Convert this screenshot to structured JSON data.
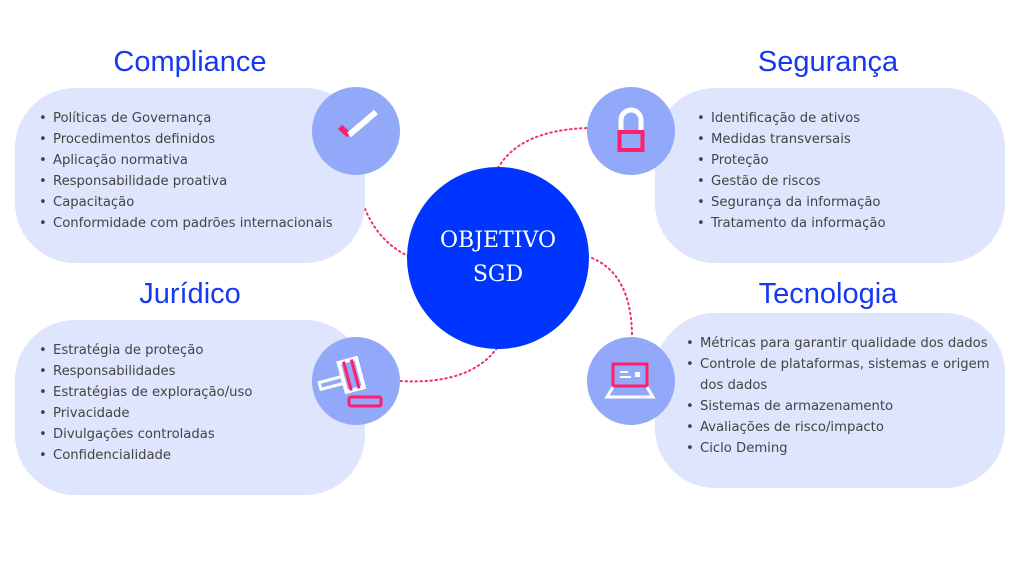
{
  "center": {
    "line1": "OBJETIVO",
    "line2": "SGD"
  },
  "sections": [
    {
      "title": "Compliance",
      "icon": "checkmark-icon",
      "items": [
        "Políticas de Governança",
        "Procedimentos definidos",
        "Aplicação normativa",
        "Responsabilidade proativa",
        "Capacitação",
        "Conformidade com padrões internacionais"
      ]
    },
    {
      "title": "Segurança",
      "icon": "padlock-icon",
      "items": [
        "Identificação de ativos",
        "Medidas transversais",
        "Proteção",
        "Gestão de riscos",
        "Segurança da informação",
        "Tratamento da informação"
      ]
    },
    {
      "title": "Jurídico",
      "icon": "gavel-icon",
      "items": [
        "Estratégia de proteção",
        "Responsabilidades",
        "Estratégias de exploração/uso",
        "Privacidade",
        "Divulgações controladas",
        "Confidencialidade"
      ]
    },
    {
      "title": "Tecnologia",
      "icon": "laptop-icon",
      "items": [
        "Métricas para garantir qualidade dos dados",
        "Controle de plataformas, sistemas e origem dos dados",
        "Sistemas de armazenamento",
        "Avaliações de risco/impacto",
        "Ciclo Deming"
      ]
    }
  ],
  "colors": {
    "accent": "#0034ff",
    "pink": "#ff1f6e",
    "panel": "#dee5fc",
    "icon_bg": "#92a8f8"
  }
}
